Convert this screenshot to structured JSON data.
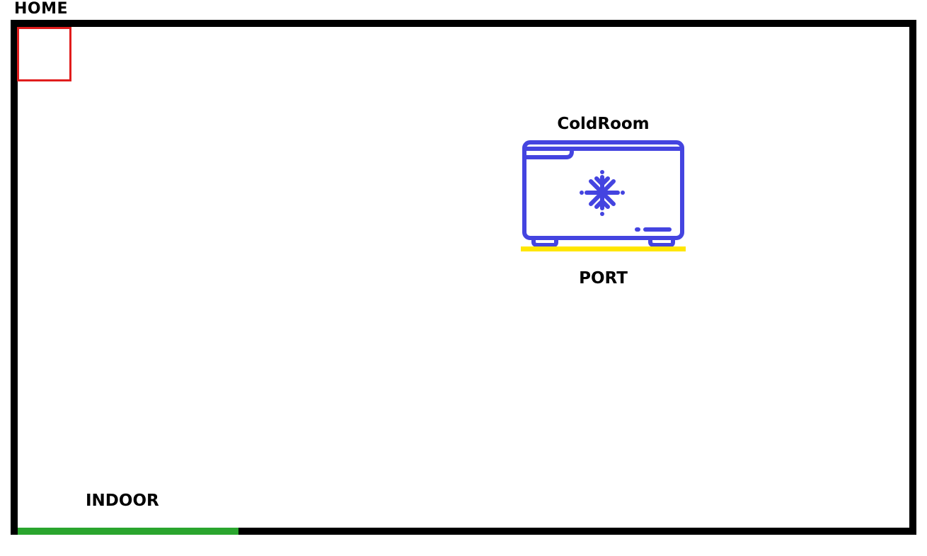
{
  "page": {
    "title": "HOME"
  },
  "device": {
    "name": "ColdRoom",
    "port_label": "PORT",
    "icon": "freezer-snowflake-icon",
    "icon_color": "#4444e0",
    "status_color": "#ffe600"
  },
  "zone": {
    "label": "INDOOR",
    "bar_color": "#2aa52e"
  },
  "colors": {
    "frame": "#000000",
    "selector": "#e11d1d"
  }
}
